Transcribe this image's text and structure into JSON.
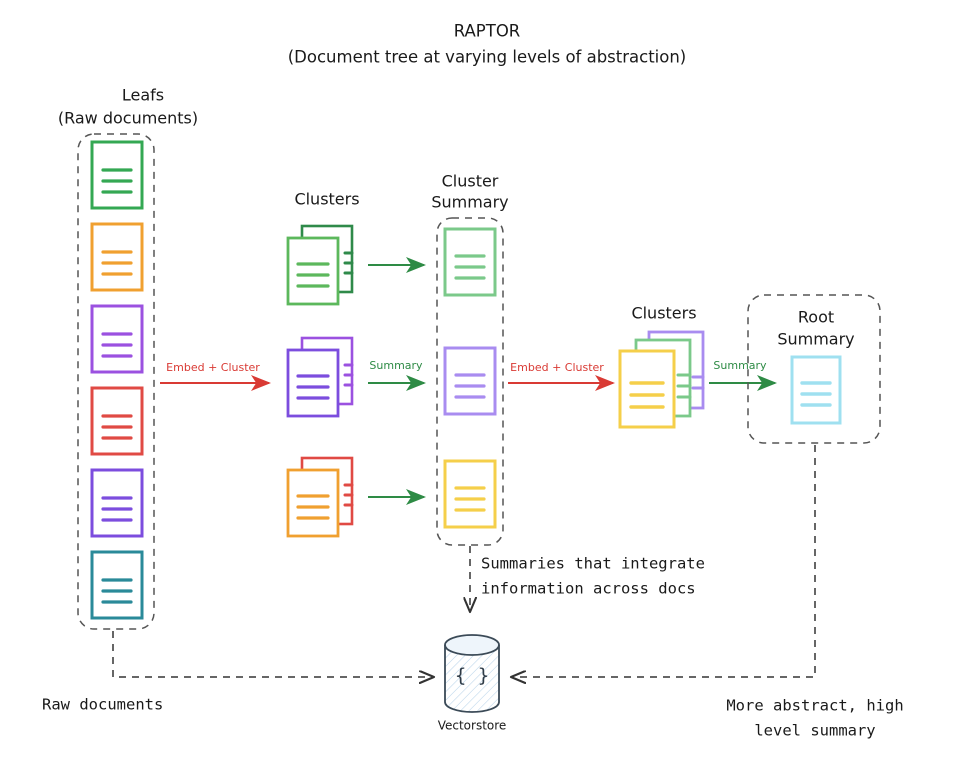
{
  "title": {
    "line1": "RAPTOR",
    "line2": "(Document tree at varying levels of abstraction)"
  },
  "colors": {
    "green": "#34a853",
    "green_light": "#7bc98a",
    "green_mid": "#5cb85c",
    "orange": "#f0a030",
    "purple": "#9b51e0",
    "purple_light": "#a98cf0",
    "red": "#e04a44",
    "violet": "#7c4dde",
    "teal": "#2a8a99",
    "teal_light": "#9fe0f0",
    "yellow": "#f5cf4a",
    "arrow_red": "#d93a34",
    "arrow_green": "#2e8b45",
    "dash": "#555555",
    "ink": "#1a1a1a",
    "cylinder_fill": "#e8f1fa",
    "cylinder_stroke": "#3b4a57"
  },
  "leaves": {
    "label_line1": "Leafs",
    "label_line2": "(Raw documents)",
    "documents": [
      {
        "name": "leaf-doc-green",
        "color": "#34a853"
      },
      {
        "name": "leaf-doc-orange",
        "color": "#f0a030"
      },
      {
        "name": "leaf-doc-purple",
        "color": "#9b51e0"
      },
      {
        "name": "leaf-doc-red",
        "color": "#e04a44"
      },
      {
        "name": "leaf-doc-violet",
        "color": "#7c4dde"
      },
      {
        "name": "leaf-doc-teal",
        "color": "#2a8a99"
      }
    ]
  },
  "stage1": {
    "arrow_label": "Embed + Cluster",
    "clusters_label": "Clusters",
    "summary_label_line1": "Cluster",
    "summary_label_line2": "Summary",
    "summary_arrow_label": "Summary",
    "clusters": [
      {
        "name": "cluster-green",
        "front": "#5cb85c",
        "back": "#2f8a4a",
        "summary": "#7bc98a"
      },
      {
        "name": "cluster-purple",
        "front": "#7c4dde",
        "back": "#9b51e0",
        "summary": "#a98cf0"
      },
      {
        "name": "cluster-orange",
        "front": "#f0a030",
        "back": "#e04a44",
        "summary": "#f5cf4a"
      }
    ]
  },
  "stage2": {
    "arrow_label": "Embed + Cluster",
    "clusters_label": "Clusters",
    "summary_arrow_label": "Summary",
    "root_label_line1": "Root",
    "root_label_line2": "Summary",
    "cluster_stack": [
      {
        "name": "root-cluster-back-purple",
        "color": "#a98cf0"
      },
      {
        "name": "root-cluster-mid-green",
        "color": "#7bc98a"
      },
      {
        "name": "root-cluster-front-yellow",
        "color": "#f5cf4a"
      }
    ],
    "root_doc_color": "#9fe0f0"
  },
  "vectorstore": {
    "glyph": "{ }",
    "caption": "Vectorstore"
  },
  "annotations": {
    "summaries_line1": "Summaries that integrate",
    "summaries_line2": "information across docs",
    "raw_documents": "Raw documents",
    "abstract_line1": "More abstract, high",
    "abstract_line2": "level summary"
  }
}
